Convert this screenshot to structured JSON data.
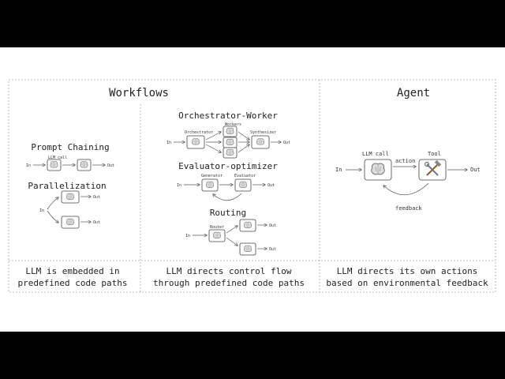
{
  "workflows": {
    "title": "Workflows",
    "prompt_chaining": {
      "title": "Prompt Chaining",
      "in": "In",
      "llm_call": "LLM call",
      "out": "Out"
    },
    "parallelization": {
      "title": "Parallelization",
      "in": "In",
      "out1": "Out",
      "out2": "Out"
    },
    "orchestrator_worker": {
      "title": "Orchestrator-Worker",
      "in": "In",
      "orchestrator": "Orchestrator",
      "workers": "Workers",
      "synthesizer": "Synthesizer",
      "out": "Out"
    },
    "evaluator_optimizer": {
      "title": "Evaluator-optimizer",
      "in": "In",
      "generator": "Generator",
      "evaluator": "Evaluator",
      "out": "Out"
    },
    "routing": {
      "title": "Routing",
      "in": "In",
      "router": "Router",
      "out1": "Out",
      "out2": "Out"
    },
    "caption_left": [
      "LLM is embedded in",
      "predefined code paths"
    ],
    "caption_middle": [
      "LLM directs control flow",
      "through predefined code paths"
    ]
  },
  "agent": {
    "title": "Agent",
    "in": "In",
    "llm_call": "LLM call",
    "action": "action",
    "tool": "Tool",
    "out": "Out",
    "feedback": "feedback",
    "caption": [
      "LLM directs its own actions",
      "based on environmental feedback"
    ]
  },
  "icons": {
    "llm": "brain-icon",
    "tool": "hammer-wrench-icon"
  }
}
